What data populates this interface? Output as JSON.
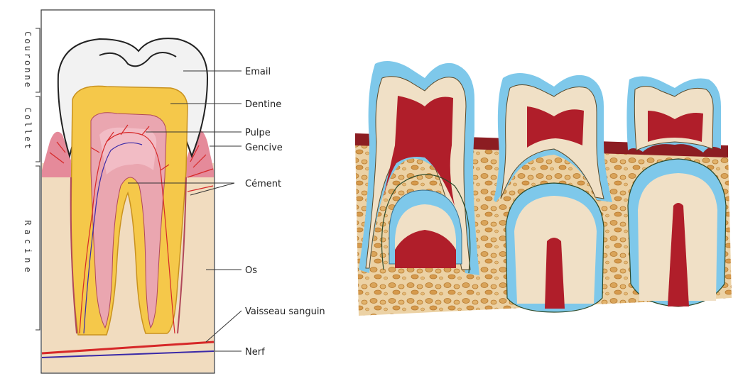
{
  "diagram": {
    "side_labels": {
      "couronne": "Couronne",
      "collet": "Collet",
      "racine": "Racine"
    },
    "labels": {
      "email": "Email",
      "dentine": "Dentine",
      "pulpe": "Pulpe",
      "gencive": "Gencive",
      "cement": "Cément",
      "os": "Os",
      "vaisseau": "Vaisseau sanguin",
      "nerf": "Nerf"
    },
    "colors": {
      "enamel": "#f2f2f2",
      "dentine": "#f5c84a",
      "pulp": "#eaa6b0",
      "gum": "#e58a9a",
      "bone": "#f1dcbf",
      "vessel": "#d62828",
      "nerve": "#3a2aa8",
      "bone_dark": "#c9883c",
      "enamel_blue": "#7ec8ea",
      "pulp_red": "#b01e2a",
      "gum_strip": "#8c1d22"
    }
  }
}
